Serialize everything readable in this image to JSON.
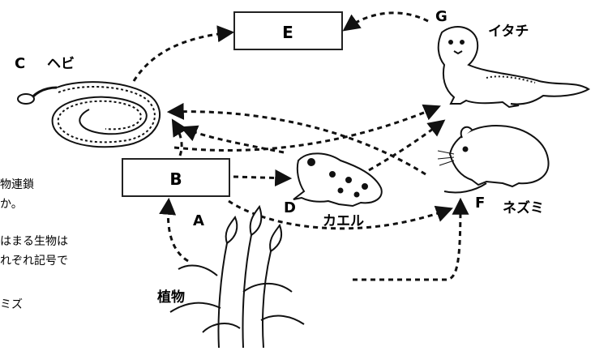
{
  "diagram": {
    "boxes": {
      "E": "E",
      "B": "B"
    },
    "organisms": {
      "snake": {
        "letter": "C",
        "name": "ヘビ"
      },
      "weasel": {
        "letter": "G",
        "name": "イタチ"
      },
      "frog": {
        "letter": "D",
        "name": "カエル"
      },
      "mouse": {
        "letter": "F",
        "name": "ネズミ"
      },
      "plant": {
        "letter": "A",
        "name": "植物"
      }
    },
    "side_text": [
      "物連鎖",
      "か。",
      "はまる生物は",
      "れぞれ記号で",
      "ミズ"
    ],
    "colors": {
      "ink": "#111111",
      "box_stroke": "#222222"
    },
    "icons": {
      "snake": "snake-icon",
      "weasel": "weasel-icon",
      "frog": "frog-icon",
      "mouse": "mouse-icon",
      "plant": "plant-icon"
    }
  }
}
